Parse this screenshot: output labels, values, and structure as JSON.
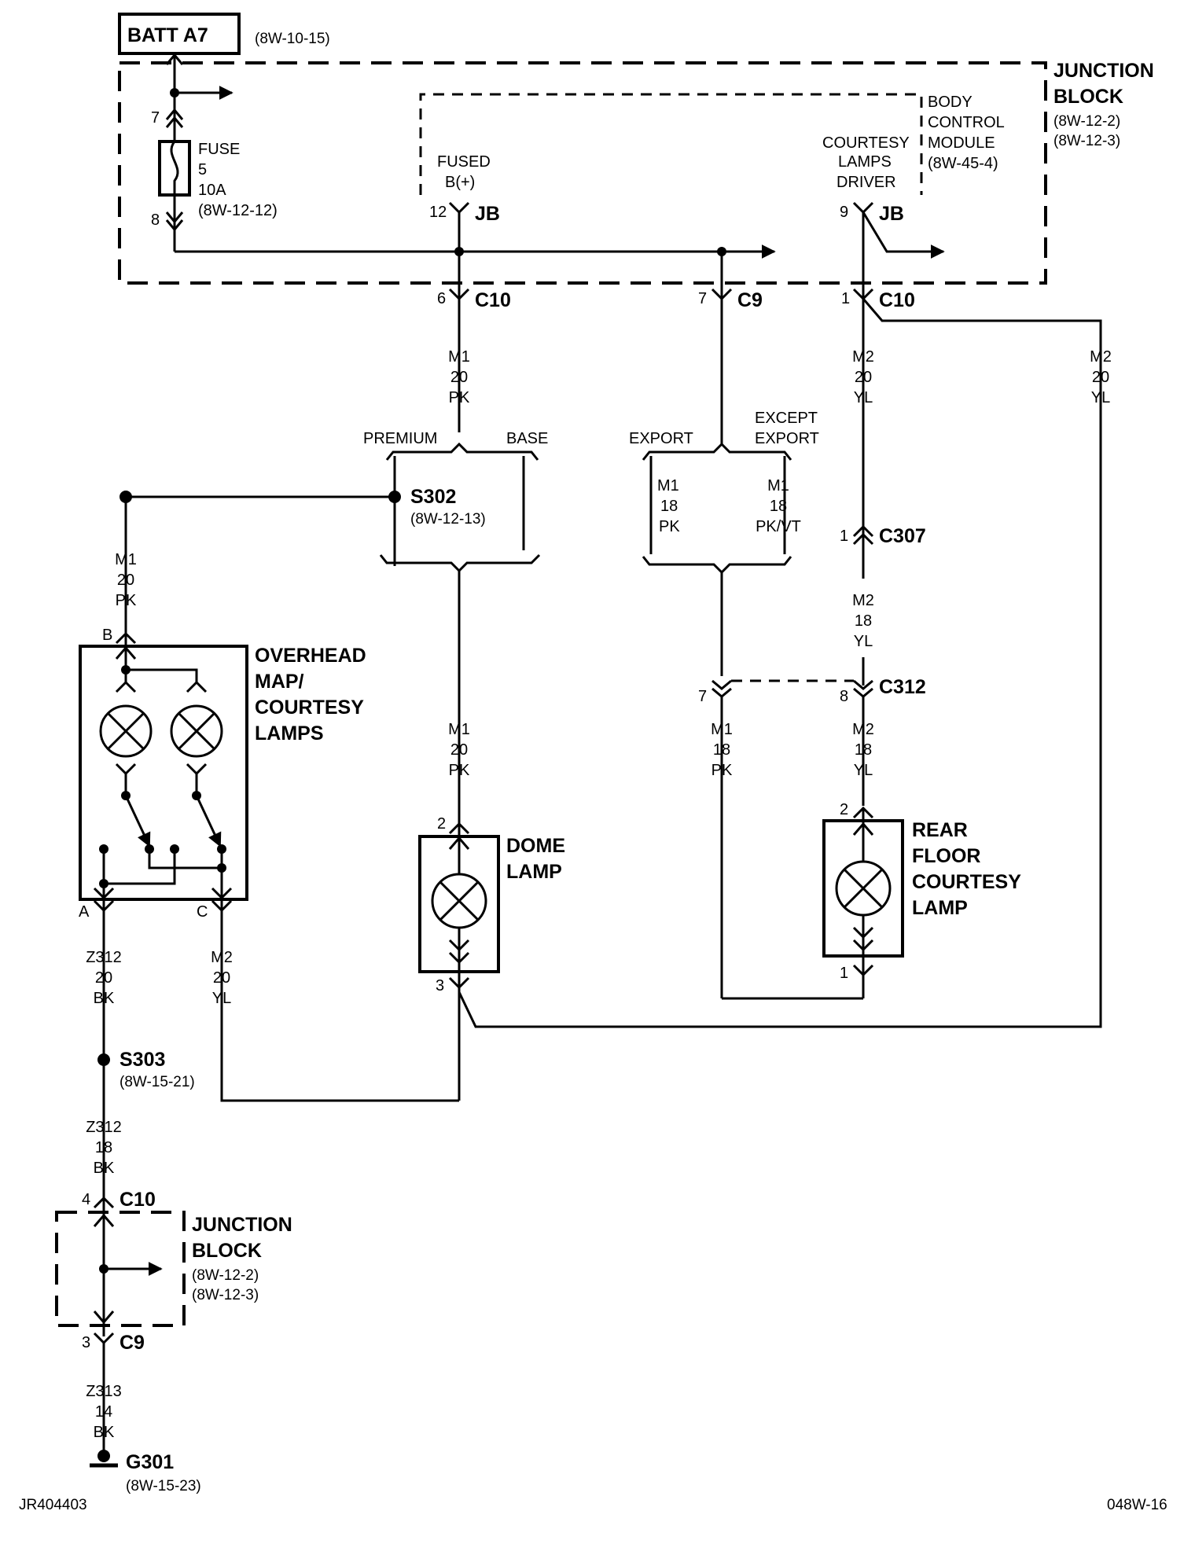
{
  "header": {
    "batt_label": "BATT A7",
    "batt_ref": "(8W-10-15)"
  },
  "junction_block_top": {
    "title_line1": "JUNCTION",
    "title_line2": "BLOCK",
    "ref1": "(8W-12-2)",
    "ref2": "(8W-12-3)"
  },
  "fuse": {
    "label": "FUSE",
    "number": "5",
    "rating": "10A",
    "ref": "(8W-12-12)",
    "pin_in": "7",
    "pin_out": "8"
  },
  "bcm": {
    "line1": "BODY",
    "line2": "CONTROL",
    "line3": "MODULE",
    "ref": "(8W-45-4)",
    "fused_line1": "FUSED",
    "fused_line2": "B(+)",
    "driver_line1": "COURTESY",
    "driver_line2": "LAMPS",
    "driver_line3": "DRIVER",
    "pin_fused": "12",
    "pin_driver": "9",
    "conn": "JB"
  },
  "connectors": {
    "c10_6": {
      "pin": "6",
      "name": "C10"
    },
    "c9_7": {
      "pin": "7",
      "name": "C9"
    },
    "c10_1": {
      "pin": "1",
      "name": "C10"
    },
    "c307": {
      "pin": "1",
      "name": "C307"
    },
    "c312_7": {
      "pin": "7"
    },
    "c312_8": {
      "pin": "8",
      "name": "C312"
    },
    "c10_4": {
      "pin": "4",
      "name": "C10"
    },
    "c9_3": {
      "pin": "3",
      "name": "C9"
    }
  },
  "wires": {
    "m1_20_pk": [
      "M1",
      "20",
      "PK"
    ],
    "m2_20_yl": [
      "M2",
      "20",
      "YL"
    ],
    "m1_18_pk": [
      "M1",
      "18",
      "PK"
    ],
    "m1_18_pkvt": [
      "M1",
      "18",
      "PK/VT"
    ],
    "m2_18_yl": [
      "M2",
      "18",
      "YL"
    ],
    "z312_20_bk": [
      "Z312",
      "20",
      "BK"
    ],
    "z312_18_bk": [
      "Z312",
      "18",
      "BK"
    ],
    "z313_14_bk": [
      "Z313",
      "14",
      "BK"
    ]
  },
  "options": {
    "premium": "PREMIUM",
    "base": "BASE",
    "export": "EXPORT",
    "except_line1": "EXCEPT",
    "except_line2": "EXPORT"
  },
  "splices": {
    "s302": {
      "name": "S302",
      "ref": "(8W-12-13)"
    },
    "s303": {
      "name": "S303",
      "ref": "(8W-15-21)"
    }
  },
  "overhead": {
    "line1": "OVERHEAD",
    "line2": "MAP/",
    "line3": "COURTESY",
    "line4": "LAMPS",
    "pin_b": "B",
    "pin_a": "A",
    "pin_c": "C"
  },
  "dome": {
    "line1": "DOME",
    "line2": "LAMP",
    "pin_top": "2",
    "pin_bottom": "3"
  },
  "rear": {
    "line1": "REAR",
    "line2": "FLOOR",
    "line3": "COURTESY",
    "line4": "LAMP",
    "pin_top": "2",
    "pin_bottom": "1"
  },
  "junction_block_bottom": {
    "title_line1": "JUNCTION",
    "title_line2": "BLOCK",
    "ref1": "(8W-12-2)",
    "ref2": "(8W-12-3)"
  },
  "ground": {
    "name": "G301",
    "ref": "(8W-15-23)"
  },
  "footer": {
    "left_code": "JR404403",
    "right_code": "048W-16"
  }
}
